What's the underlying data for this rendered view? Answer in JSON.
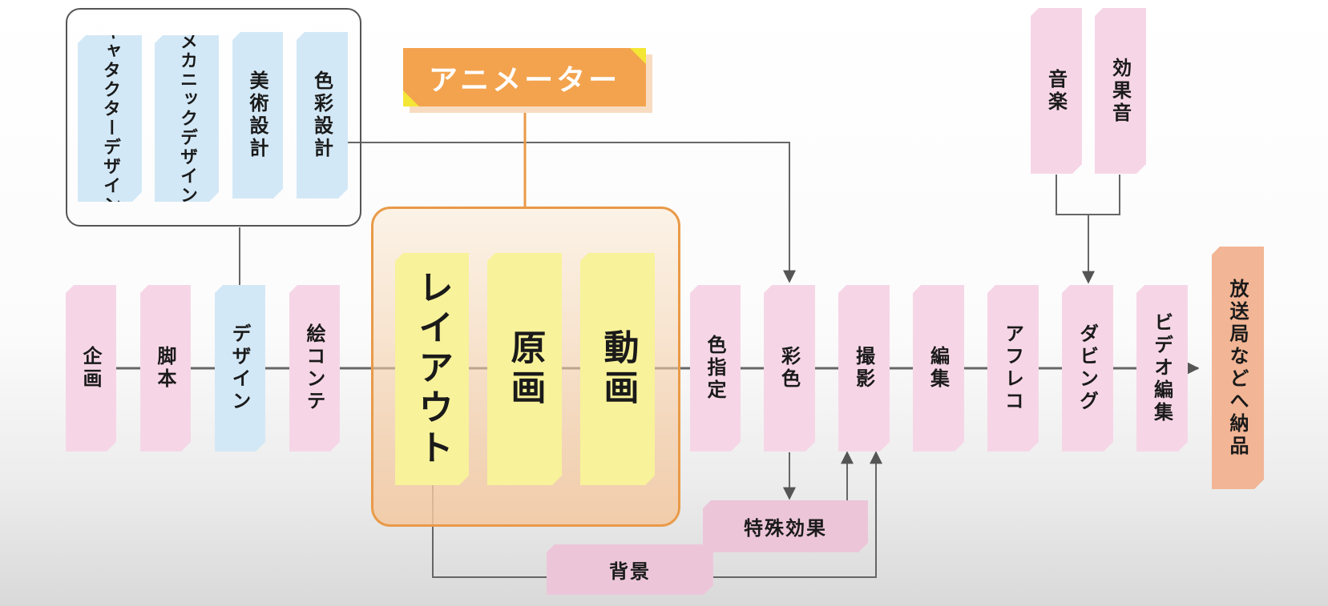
{
  "title": "アニメーター",
  "design_group": [
    "キャタクターデザイン",
    "メカニックデザイン",
    "美術設計",
    "色彩設計"
  ],
  "main_flow": [
    "企画",
    "脚本",
    "デザイン",
    "絵コンテ",
    "色指定",
    "彩色",
    "撮影",
    "編集",
    "アフレコ",
    "ダビング",
    "ビデオ編集"
  ],
  "animator_steps": [
    "レイアウト",
    "原画",
    "動画"
  ],
  "audio": [
    "音楽",
    "効果音"
  ],
  "special_effects": "特殊効果",
  "background": "背景",
  "delivery": "放送局などへ納品",
  "colors": {
    "pink": "#f6d6e6",
    "blue": "#d3e8f6",
    "yellow": "#f8f29a",
    "orange": "#f3a34e",
    "salmon": "#f2b595",
    "mauve": "#ecc6d8",
    "line": "#555555",
    "orange_line": "#e99a48"
  }
}
